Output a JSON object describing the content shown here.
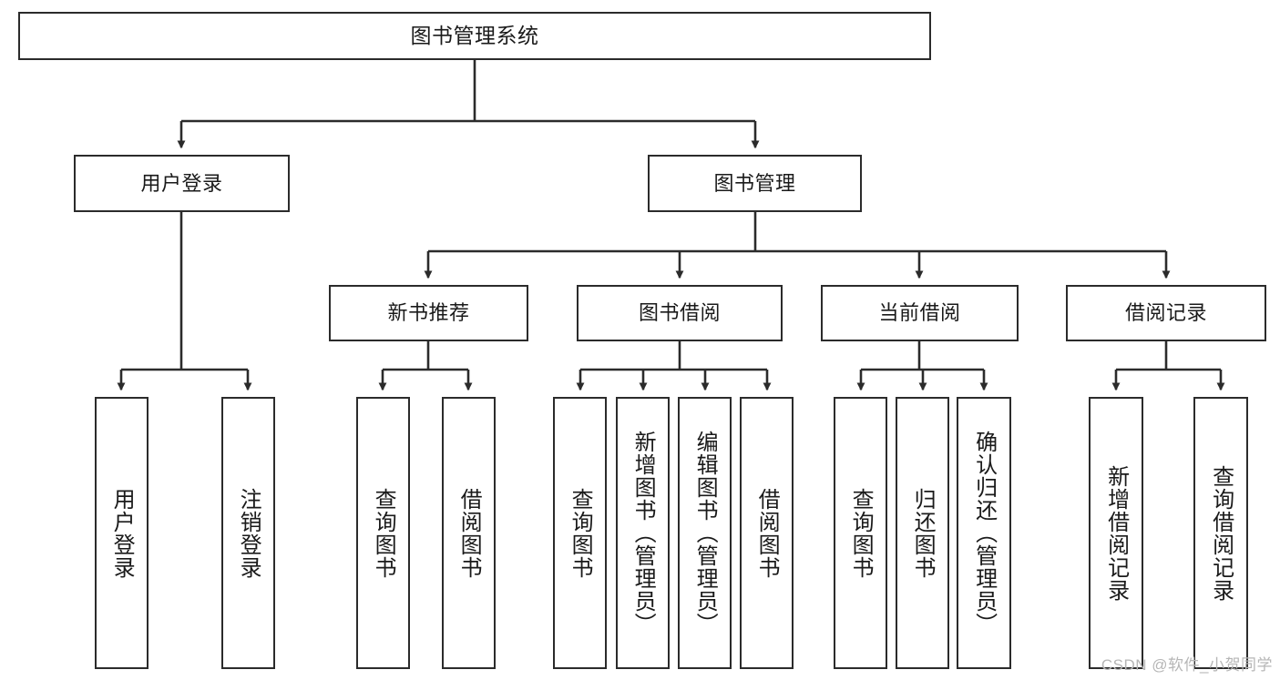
{
  "diagram": {
    "title": "图书管理系统",
    "style": {
      "box_border_color": "#2b2b2b",
      "box_fill_color": "#ffffff",
      "edge_color": "#2b2b2b",
      "text_color": "#1a1a1a",
      "background_color": "#ffffff",
      "watermark_color": "#b6b6b6"
    },
    "nodes": {
      "root": {
        "label": "图书管理系统"
      },
      "level2": [
        {
          "id": "user-login",
          "label": "用户登录"
        },
        {
          "id": "book-management",
          "label": "图书管理"
        }
      ],
      "level3": [
        {
          "id": "new-book-recommend",
          "label": "新书推荐"
        },
        {
          "id": "book-borrow",
          "label": "图书借阅"
        },
        {
          "id": "current-borrow",
          "label": "当前借阅"
        },
        {
          "id": "borrow-record",
          "label": "借阅记录"
        }
      ],
      "leaves": {
        "user-login": [
          {
            "id": "leaf-user-login",
            "label": "用户登录"
          },
          {
            "id": "leaf-logout-login",
            "label": "注销登录"
          }
        ],
        "new-book-recommend": [
          {
            "id": "leaf-query-book-1",
            "label": "查询图书"
          },
          {
            "id": "leaf-borrow-book-1",
            "label": "借阅图书"
          }
        ],
        "book-borrow": [
          {
            "id": "leaf-query-book-2",
            "label": "查询图书"
          },
          {
            "id": "leaf-add-book",
            "label": "新增图书（管理员）"
          },
          {
            "id": "leaf-edit-book",
            "label": "编辑图书（管理员）"
          },
          {
            "id": "leaf-borrow-book-2",
            "label": "借阅图书"
          }
        ],
        "current-borrow": [
          {
            "id": "leaf-query-book-3",
            "label": "查询图书"
          },
          {
            "id": "leaf-return-book",
            "label": "归还图书"
          },
          {
            "id": "leaf-confirm-return",
            "label": "确认归还（管理员）"
          }
        ],
        "borrow-record": [
          {
            "id": "leaf-add-borrow-record",
            "label": "新增借阅记录"
          },
          {
            "id": "leaf-query-borrow-record",
            "label": "查询借阅记录"
          }
        ]
      }
    },
    "watermark": "CSDN @软件_小贺同学"
  }
}
